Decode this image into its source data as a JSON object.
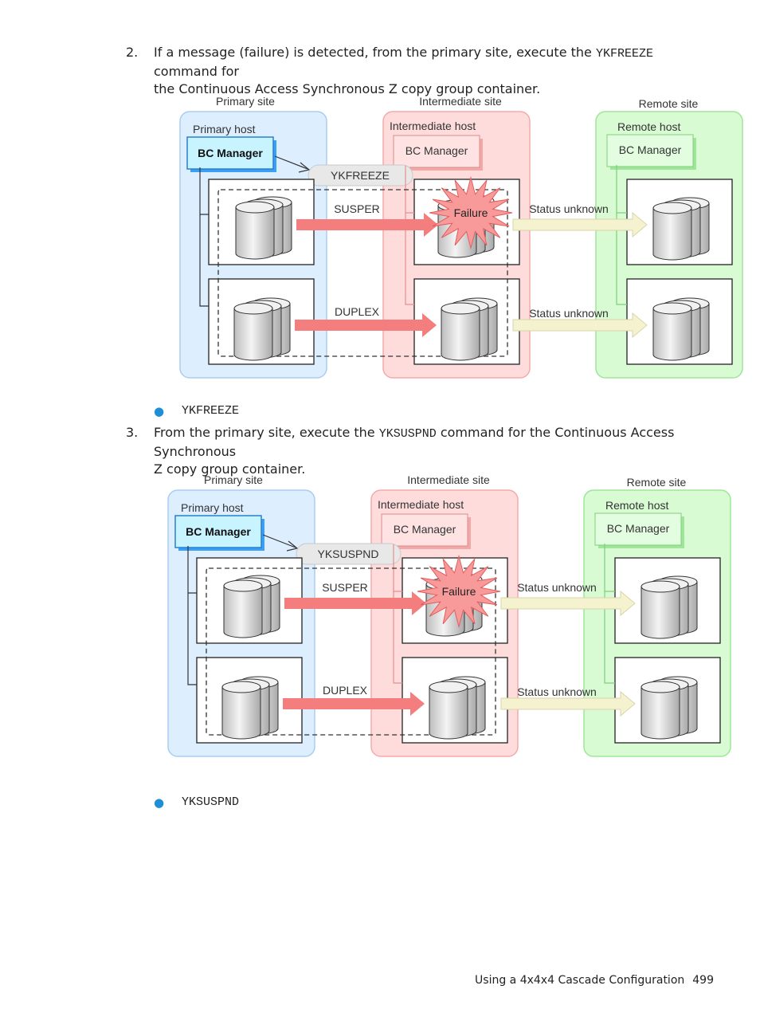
{
  "step2": {
    "number": "2.",
    "line1_before": "If a message (failure) is detected, from the primary site, execute the ",
    "command": "YKFREEZE",
    "line1_after": " command for",
    "line2": "the Continuous Access Synchronous Z copy group container."
  },
  "diagram1": {
    "primary_site": "Primary site",
    "intermediate_site": "Intermediate site",
    "remote_site": "Remote site",
    "primary_host": "Primary host",
    "intermediate_host": "Intermediate host",
    "remote_host": "Remote host",
    "bc_manager": "BC Manager",
    "command_label": "YKFREEZE",
    "susper": "SUSPER",
    "duplex": "DUPLEX",
    "failure": "Failure",
    "status_unknown": "Status unknown"
  },
  "bullet1": {
    "text": "YKFREEZE"
  },
  "step3": {
    "number": "3.",
    "line1_before": "From the primary site, execute the ",
    "command": "YKSUSPND",
    "line1_after": " command for the Continuous Access Synchronous",
    "line2": "Z copy group container."
  },
  "diagram2": {
    "primary_site": "Primary site",
    "intermediate_site": "Intermediate site",
    "remote_site": "Remote site",
    "primary_host": "Primary host",
    "intermediate_host": "Intermediate host",
    "remote_host": "Remote host",
    "bc_manager": "BC Manager",
    "command_label": "YKSUSPND",
    "susper": "SUSPER",
    "duplex": "DUPLEX",
    "failure": "Failure",
    "status_unknown": "Status unknown"
  },
  "bullet2": {
    "text": "YKSUSPND"
  },
  "footer": {
    "title": "Using a 4x4x4 Cascade Configuration",
    "page": "499"
  }
}
